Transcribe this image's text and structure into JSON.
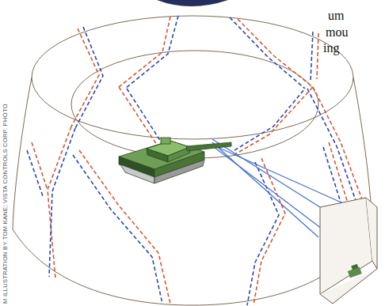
{
  "diagram": {
    "labels": [
      "um",
      "mou",
      "ing",
      "M ILLUSTRATION BY TOM KANE; VISTA CONTROLS CORP. PHOTO"
    ]
  }
}
